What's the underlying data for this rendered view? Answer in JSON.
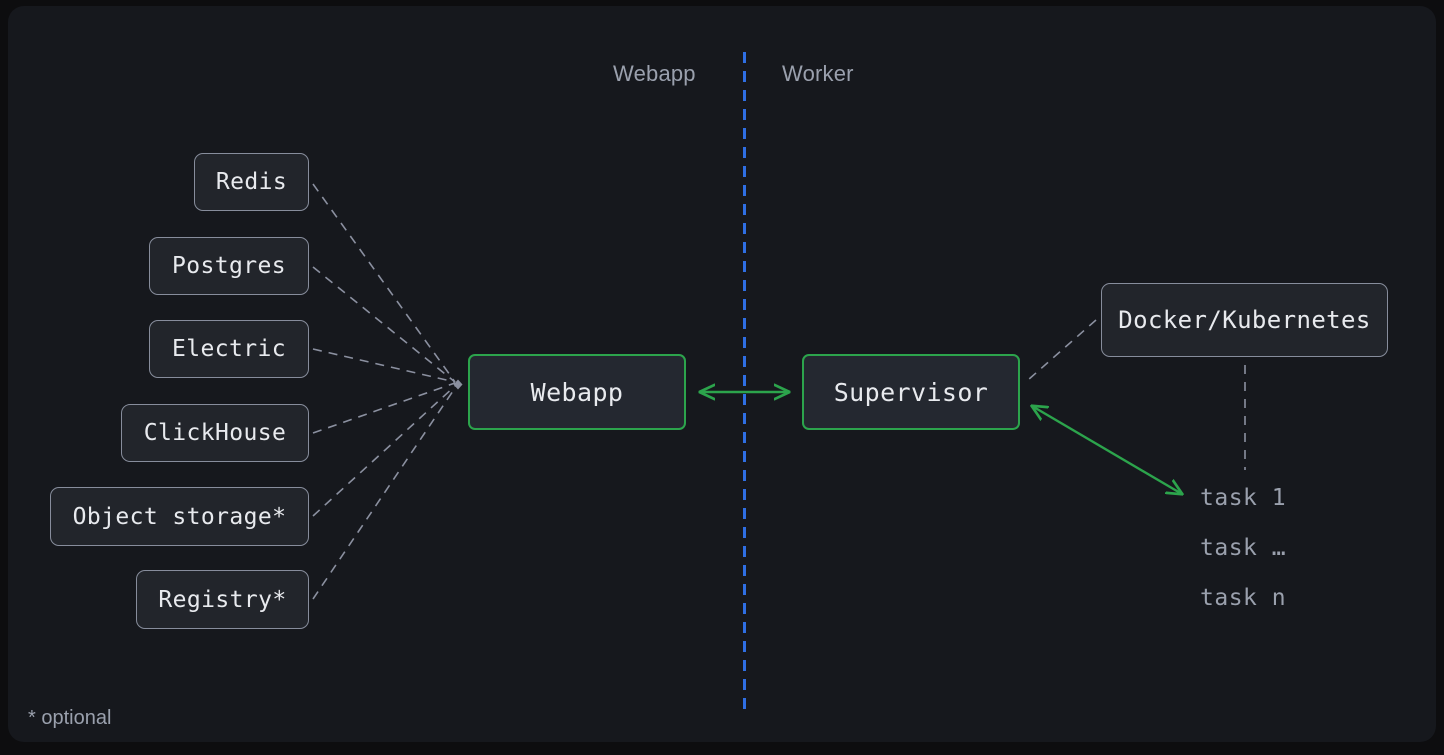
{
  "canvas": {
    "background": "#16181d",
    "page_background": "#0d0d0f"
  },
  "lanes": {
    "webapp_label": "Webapp",
    "worker_label": "Worker",
    "divider_color": "#2f6fe4",
    "divider_style": "dashed"
  },
  "dependencies": [
    {
      "id": "redis",
      "label": "Redis"
    },
    {
      "id": "postgres",
      "label": "Postgres"
    },
    {
      "id": "electric",
      "label": "Electric"
    },
    {
      "id": "clickhouse",
      "label": "ClickHouse"
    },
    {
      "id": "object-storage",
      "label": "Object storage*"
    },
    {
      "id": "registry",
      "label": "Registry*"
    }
  ],
  "services": {
    "webapp": {
      "label": "Webapp",
      "accent": "#2ca44c"
    },
    "supervisor": {
      "label": "Supervisor",
      "accent": "#2ca44c"
    },
    "docker": {
      "label": "Docker/Kubernetes",
      "accent": "#878d9c"
    }
  },
  "tasks": [
    {
      "label": "task 1"
    },
    {
      "label": "task …"
    },
    {
      "label": "task n"
    }
  ],
  "footnote": "* optional",
  "colors": {
    "arrow_green": "#2ca44c",
    "dashed_gray": "#8b90a0",
    "box_border": "#878d9c",
    "box_fill": "#22252b",
    "text_primary": "#e8eaee",
    "text_muted": "#9aa0ad"
  }
}
